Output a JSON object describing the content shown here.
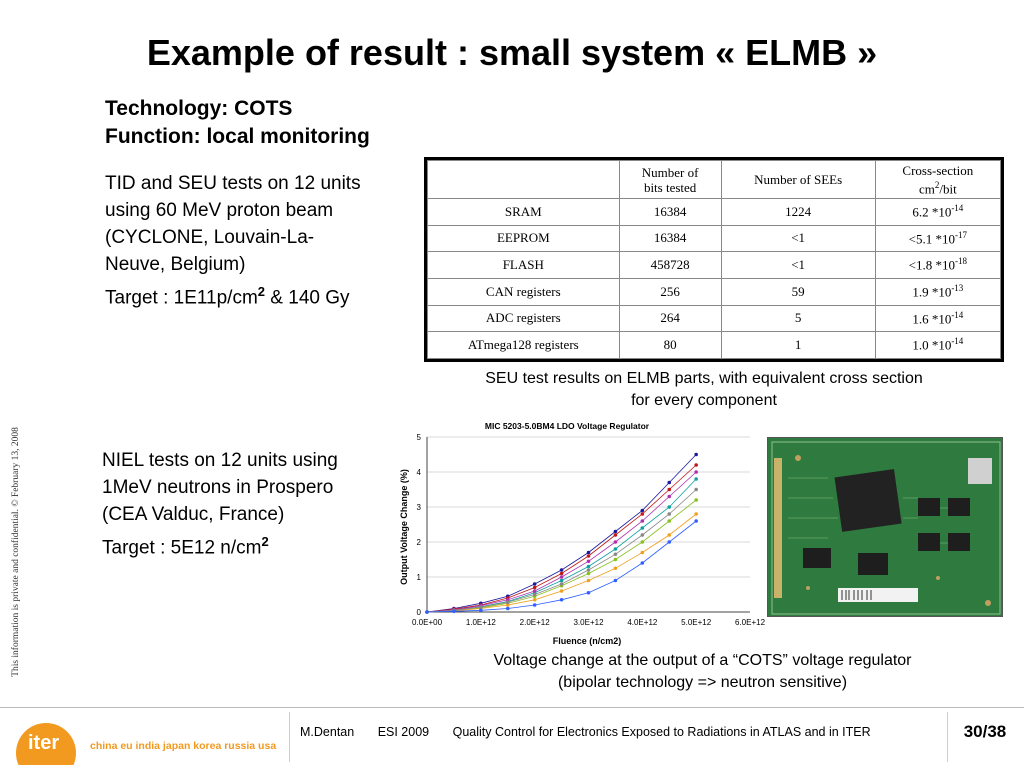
{
  "slide": {
    "title": "Example of result : small system « ELMB »",
    "subtitle_line1": "Technology: COTS",
    "subtitle_line2": "Function: local monitoring",
    "tid_text": [
      "TID and SEU tests on 12 units",
      "using 60 MeV proton beam",
      "(CYCLONE, Louvain-La-",
      "Neuve, Belgium)"
    ],
    "tid_target_prefix": "Target : 1E11p/cm",
    "tid_target_sup": "2",
    "tid_target_suffix": " & 140 Gy",
    "niel_text": [
      "NIEL tests on 12 units using",
      "1MeV neutrons in Prospero",
      "(CEA Valduc, France)"
    ],
    "niel_target_prefix": "Target : 5E12 n/cm",
    "niel_target_sup": "2",
    "vertical_note": "This information is private and confidential.  © February 13, 2008",
    "table_caption_line1": "SEU test results on ELMB parts, with equivalent cross section",
    "table_caption_line2": "for every component",
    "chart_caption_line1": "Voltage change at the output of a “COTS” voltage regulator",
    "chart_caption_line2": "(bipolar technology => neutron sensitive)"
  },
  "table": {
    "headers": [
      "",
      "Number of bits tested",
      "Number of SEEs",
      "Cross-section cm2/bit"
    ],
    "header_bits_l1": "Number of",
    "header_bits_l2": "bits tested",
    "header_sees": "Number of SEEs",
    "header_cs_l1": "Cross-section",
    "header_cs_l2a": "cm",
    "header_cs_sup": "2",
    "header_cs_l2b": "/bit",
    "rows": [
      {
        "name": "SRAM",
        "bits": "16384",
        "sees": "1224",
        "cs": "6.2 *10",
        "exp": "-14"
      },
      {
        "name": "EEPROM",
        "bits": "16384",
        "sees": "<1",
        "cs": "<5.1 *10",
        "exp": "-17"
      },
      {
        "name": "FLASH",
        "bits": "458728",
        "sees": "<1",
        "cs": "<1.8 *10",
        "exp": "-18"
      },
      {
        "name": "CAN registers",
        "bits": "256",
        "sees": "59",
        "cs": "1.9 *10",
        "exp": "-13"
      },
      {
        "name": "ADC registers",
        "bits": "264",
        "sees": "5",
        "cs": "1.6 *10",
        "exp": "-14"
      },
      {
        "name": "ATmega128 registers",
        "bits": "80",
        "sees": "1",
        "cs": "1.0 *10",
        "exp": "-14"
      }
    ]
  },
  "chart_data": {
    "type": "scatter",
    "title": "MIC 5203-5.0BM4 LDO Voltage Regulator",
    "xlabel": "Fluence (n/cm2)",
    "ylabel": "Output Voltage Change (%)",
    "xlim": [
      0,
      6000000000000.0
    ],
    "ylim": [
      0,
      5
    ],
    "x_ticks": [
      "0.0E+00",
      "1.0E+12",
      "2.0E+12",
      "3.0E+12",
      "4.0E+12",
      "5.0E+12",
      "6.0E+12"
    ],
    "y_ticks": [
      "0",
      "1",
      "2",
      "3",
      "4",
      "5"
    ],
    "grid": "horizontal",
    "series": [
      {
        "color": "#1a1aa0",
        "x": [
          0,
          500000000000.0,
          1000000000000.0,
          1500000000000.0,
          2000000000000.0,
          2500000000000.0,
          3000000000000.0,
          3500000000000.0,
          4000000000000.0,
          4500000000000.0,
          5000000000000.0
        ],
        "y": [
          0,
          0.1,
          0.25,
          0.45,
          0.8,
          1.2,
          1.7,
          2.3,
          2.9,
          3.7,
          4.5
        ]
      },
      {
        "color": "#c01818",
        "x": [
          0,
          500000000000.0,
          1000000000000.0,
          1500000000000.0,
          2000000000000.0,
          2500000000000.0,
          3000000000000.0,
          3500000000000.0,
          4000000000000.0,
          4500000000000.0,
          5000000000000.0
        ],
        "y": [
          0,
          0.08,
          0.2,
          0.4,
          0.7,
          1.1,
          1.6,
          2.2,
          2.8,
          3.5,
          4.2
        ]
      },
      {
        "color": "#10a0a0",
        "x": [
          0,
          500000000000.0,
          1000000000000.0,
          1500000000000.0,
          2000000000000.0,
          2500000000000.0,
          3000000000000.0,
          3500000000000.0,
          4000000000000.0,
          4500000000000.0,
          5000000000000.0
        ],
        "y": [
          0,
          0.05,
          0.15,
          0.3,
          0.55,
          0.9,
          1.3,
          1.8,
          2.4,
          3.0,
          3.8
        ]
      },
      {
        "color": "#88c020",
        "x": [
          0,
          500000000000.0,
          1000000000000.0,
          1500000000000.0,
          2000000000000.0,
          2500000000000.0,
          3000000000000.0,
          3500000000000.0,
          4000000000000.0,
          4500000000000.0,
          5000000000000.0
        ],
        "y": [
          0,
          0.04,
          0.12,
          0.25,
          0.45,
          0.75,
          1.1,
          1.5,
          2.0,
          2.6,
          3.2
        ]
      },
      {
        "color": "#b030b0",
        "x": [
          0,
          500000000000.0,
          1000000000000.0,
          1500000000000.0,
          2000000000000.0,
          2500000000000.0,
          3000000000000.0,
          3500000000000.0,
          4000000000000.0,
          4500000000000.0,
          5000000000000.0
        ],
        "y": [
          0,
          0.06,
          0.18,
          0.35,
          0.6,
          1.0,
          1.45,
          2.0,
          2.6,
          3.3,
          4.0
        ]
      },
      {
        "color": "#f0a020",
        "x": [
          0,
          500000000000.0,
          1000000000000.0,
          1500000000000.0,
          2000000000000.0,
          2500000000000.0,
          3000000000000.0,
          3500000000000.0,
          4000000000000.0,
          4500000000000.0,
          5000000000000.0
        ],
        "y": [
          0,
          0.03,
          0.1,
          0.2,
          0.35,
          0.6,
          0.9,
          1.25,
          1.7,
          2.2,
          2.8
        ]
      },
      {
        "color": "#888888",
        "x": [
          0,
          500000000000.0,
          1000000000000.0,
          1500000000000.0,
          2000000000000.0,
          2500000000000.0,
          3000000000000.0,
          3500000000000.0,
          4000000000000.0,
          4500000000000.0,
          5000000000000.0
        ],
        "y": [
          0,
          0.05,
          0.14,
          0.28,
          0.5,
          0.8,
          1.2,
          1.65,
          2.2,
          2.8,
          3.5
        ]
      },
      {
        "color": "#3060ff",
        "x": [
          0,
          500000000000.0,
          1000000000000.0,
          1500000000000.0,
          2000000000000.0,
          2500000000000.0,
          3000000000000.0,
          3500000000000.0,
          4000000000000.0,
          4500000000000.0,
          5000000000000.0
        ],
        "y": [
          0,
          0.02,
          0.05,
          0.1,
          0.2,
          0.35,
          0.55,
          0.9,
          1.4,
          2.0,
          2.6
        ]
      }
    ]
  },
  "footer": {
    "logo_text": "iter",
    "members": "china eu india japan korea russia usa",
    "author": "M.Dentan",
    "event": "ESI 2009",
    "talk": "Quality Control for Electronics Exposed to Radiations in ATLAS and in ITER",
    "page": "30/38"
  },
  "colors": {
    "logo_orange": "#f29a1f",
    "board_green": "#2f7a3e"
  }
}
